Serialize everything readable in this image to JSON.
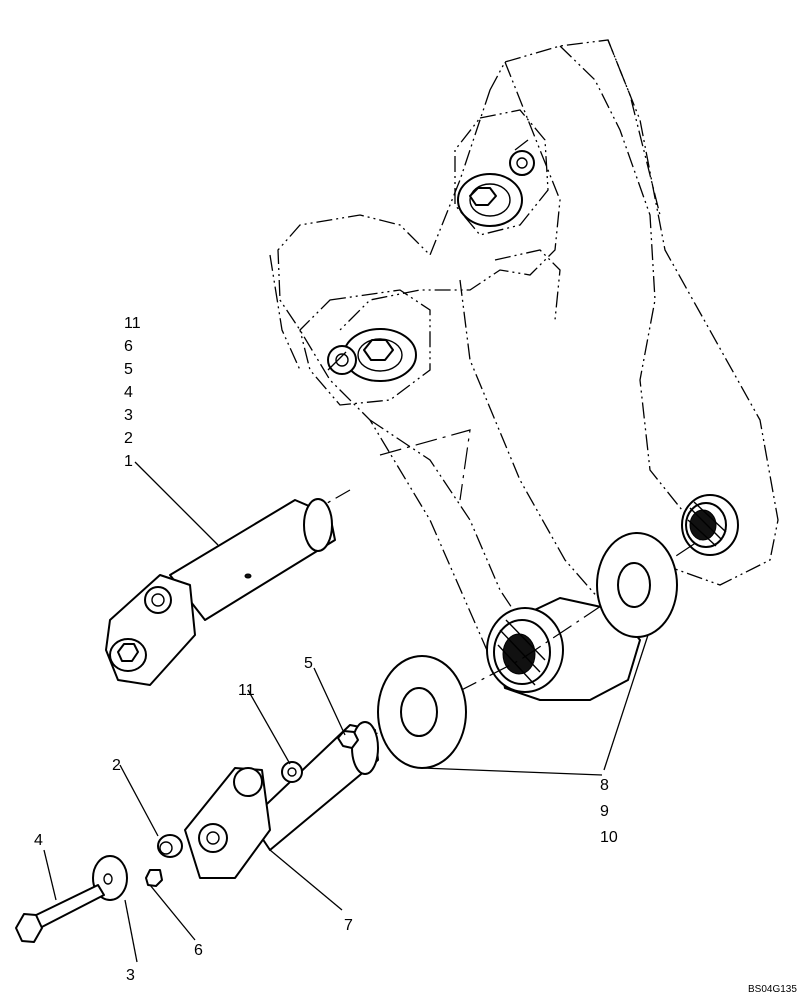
{
  "callouts": {
    "stack_top": [
      "11",
      "6",
      "5",
      "4",
      "3",
      "2",
      "1"
    ],
    "c2": "2",
    "c3": "3",
    "c4": "4",
    "c5": "5",
    "c6": "6",
    "c7": "7",
    "c11": "11",
    "stack_bottom": [
      "8",
      "9",
      "10"
    ]
  },
  "drawing_code": "BS04G135"
}
